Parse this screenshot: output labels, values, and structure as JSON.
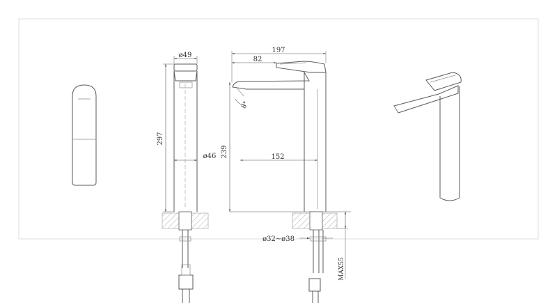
{
  "dimensions": {
    "top_diameter": "ø49",
    "overall_width": "197",
    "handle_offset": "82",
    "angle_mark": "8°",
    "total_height": "297",
    "body_diameter": "ø46",
    "spout_height": "239",
    "spout_reach": "152",
    "hole_range": "ø32~ø38",
    "max_thickness": "MAX55"
  },
  "colors": {
    "line": "#5a5a5a",
    "frame": "#dddddd",
    "hatch": "#9a9a9a"
  }
}
